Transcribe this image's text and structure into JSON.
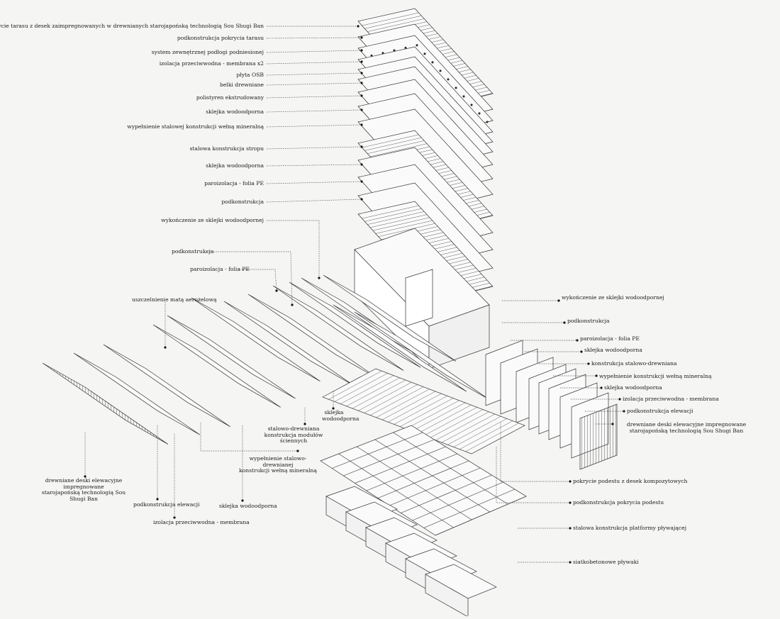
{
  "colors": {
    "background": "#f5f5f3",
    "ink": "#1c1c1c",
    "panel_fill": "#fafafa"
  },
  "labels": {
    "roof": {
      "l1": "pokrycie tarasu z desek zaimpregnowanych w drewnianych starojapońską technologią Sou Shugi Ban",
      "l2": "podkonstrukcja pokrycia tarasu",
      "l3": "system zewnętrznej podłogi podniesionej",
      "l4": "izolacja przeciwwodna - membrana x2",
      "l5": "płyta OSB",
      "l6": "belki drewniane",
      "l7": "polistyren ekstrudowany",
      "l8": "sklejka wodoodporna",
      "l9": "wypełnienie stalowej konstrukcji wełną mineralną",
      "l10": "stalowa konstrukcja stropu",
      "l11": "sklejka wodoodporna",
      "l12": "paroizolacja - folia PE",
      "l13": "podkonstrukcja",
      "l14": "wykończenie ze sklejki wodoodpornej"
    },
    "wall_left": {
      "podkonstrukcja": "podkonstrukcja",
      "paroizolacja": "paroizolacja - folia PE",
      "uszczelnienie": "uszczelnienie matą aerożelową",
      "sklejka": "sklejka\nwodoodporna",
      "stalowo": "stalowo-drewniana\nkonstrukcja modułów\nściennych",
      "wypelnienie": "wypełnienie stalowo-drewnianej\nkonstrukcji wełną mineralną",
      "deski": "drewniane deski elewacyjne impregnowane\nstarojapońską technologią Sou Shugi Ban",
      "podkonstrukcja_elewacji": "podkonstrukcja elewacji",
      "sklejka2": "sklejka wodoodporna",
      "izolacja": "izolacja przeciwwodna - membrana"
    },
    "wall_right": {
      "wykonczenie": "wykończenie ze sklejki wodoodpornej",
      "podkonstrukcja": "podkonstrukcja",
      "paroizolacja": "paroizolacja - folia PE",
      "sklejka": "sklejka wodoodporna",
      "konstrukcja": "konstrukcja stalowo-drewniana",
      "wypelnienie": "wypełnienie konstrukcji wełną mineralną",
      "sklejka2": "sklejka wodoodporna",
      "izolacja": "izolacja przeciwwodna - membrana",
      "podkonstrukcja_elewacji": "podkonstrukcja elewacji",
      "deski": "drewniane deski elewacyjne impregnowane\nstarojapońską technologią Sou Shugi Ban"
    },
    "base": {
      "pokrycie": "pokrycie podestu z desek kompozytowych",
      "podkonstrukcja": "podkonstrukcja pokrycia podestu",
      "stalowa": "stalowa konstrukcja platformy pływającej",
      "plywaki": "siatkobetonowe pływaki"
    }
  }
}
